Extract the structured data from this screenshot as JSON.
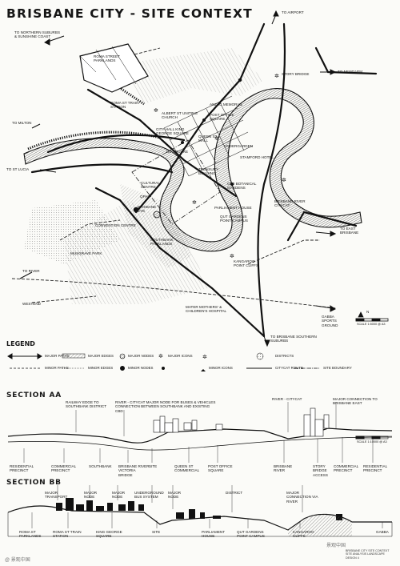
{
  "title": "BRISBANE CITY - SITE CONTEXT",
  "map_labels": {
    "to_airport": "TO AIRPORT",
    "to_northern": "TO NORTHERN SUBURBS & SUNSHINE COAST",
    "to_newfarm": "TO NEWFARM",
    "story_bridge": "STORY BRIDGE",
    "roma_parklands": "ROMA STREET PARKLANDS",
    "roma_station": "ROMA ST TRAIN STATION",
    "anzac": "ANZAC MEMORIAL",
    "albert_st": "ALBERT ST UNITING CHURCH",
    "post_office": "POST OFFICE SQUARE",
    "to_milton": "TO MILTON",
    "city_hall": "CITY HALL KING GEORGE SQUARE",
    "queen_st": "QUEEN ST MALL",
    "undergarden": "UNDERGARDEN",
    "bc_square": "BC SQUARE",
    "stamford": "STAMFORD HOTEL",
    "to_st_lucia": "TO ST LUCIA",
    "treasury": "TREASURY BUILDING",
    "old_botanical": "OLD BOTANICAL GARDENS",
    "cultural_centre": "CULTURAL CENTRE",
    "qpac": "QPAC",
    "brisbane_eye": "BRISBANE EYE",
    "parliament": "PARLIAMENT HOUSE",
    "brisbane_river": "BRISBANE RIVER CITYCAT",
    "qut": "QUT GARDENS POINT CAMPUS",
    "to_east": "TO EAST BRISBANE",
    "convention": "CONVENTION CENTRE",
    "southbank": "SOUTHBANK PARKLANDS",
    "musgrave": "MUSGRAVE PARK",
    "kangaroo": "KANGAROO POINT CLIFFS",
    "to_river": "TO RIVER",
    "westend": "WESTEND",
    "mater": "MATER MOTHERS' & CHILDREN'S HOSPITAL",
    "gabba": "GABBA SPORTS GROUND",
    "to_southern": "TO BRISBANE SOUTHERN SUBURBS",
    "scale_map": "SCALE 1:5000 @ A3",
    "north": "N"
  },
  "legend": {
    "title": "LEGEND",
    "major_paths": "MAJOR PATHS",
    "minor_paths": "MINOR PATHS",
    "major_edges": "MAJOR EDGES",
    "minor_edges": "MINOR EDGES",
    "major_nodes": "MAJOR NODES",
    "minor_nodes": "MINOR NODES",
    "major_icons": "MAJOR ICONS",
    "minor_icons": "MINOR ICONS",
    "districts": "DISTRICTS",
    "citycat_route": "CITYCAT ROUTE",
    "site_boundary": "SITE BOUNDARY"
  },
  "section_aa": {
    "title": "SECTION AA",
    "top_rail": "RAILWAY EDGE TO SOUTHBANK DISTRICT",
    "top_citycat": "RIVER - CITYCAT MAJOR NODE FOR BUSES & VEHICLES CONNECTION BETWEEN SOUTHBANK AND EXISTING CBD",
    "top_citycat2": "RIVER - CITYCAT",
    "top_major_conn": "MAJOR CONNECTION TO BRISBANE EAST",
    "scale": "SCALE 1:10000 @ A3",
    "bottom": [
      "RESIDENTIAL PRECINCT",
      "COMMERCIAL PRECINCT",
      "SOUTHBANK",
      "BRISBANE RIVER VICTORIA BRIDGE",
      "SITE",
      "QUEEN ST COMMERCIAL",
      "POST OFFICE SQUARE",
      "BRISBANE RIVER",
      "STORY BRIDGE ACCESS",
      "COMMERCIAL PRECINCT",
      "RESIDENTIAL PRECINCT"
    ]
  },
  "section_bb": {
    "title": "SECTION BB",
    "top": [
      "MAJOR TRANSPORT",
      "MAJOR NODE",
      "MAJOR NODE",
      "UNDERGROUND BUS SYSTEM",
      "MAJOR NODE",
      "DISTRICT",
      "MAJOR CONNECTION VIA RIVER"
    ],
    "bottom": [
      "ROMA ST PARKLANDS",
      "ROMA ST TRAIN STATION",
      "KING GEORGE SQUARE",
      "SITE",
      "PARLIAMENT HOUSE",
      "QUT GARDENS POINT CAMPUS",
      "KANGAROO CLIFFS",
      "GABBA"
    ]
  },
  "watermark": "@ 景观中国",
  "watermark2": "景观中国",
  "credit": "BRISBANE CITY SITE CONTEXT SITE ANALYSIS LANDSCAPE DESIGN 4"
}
